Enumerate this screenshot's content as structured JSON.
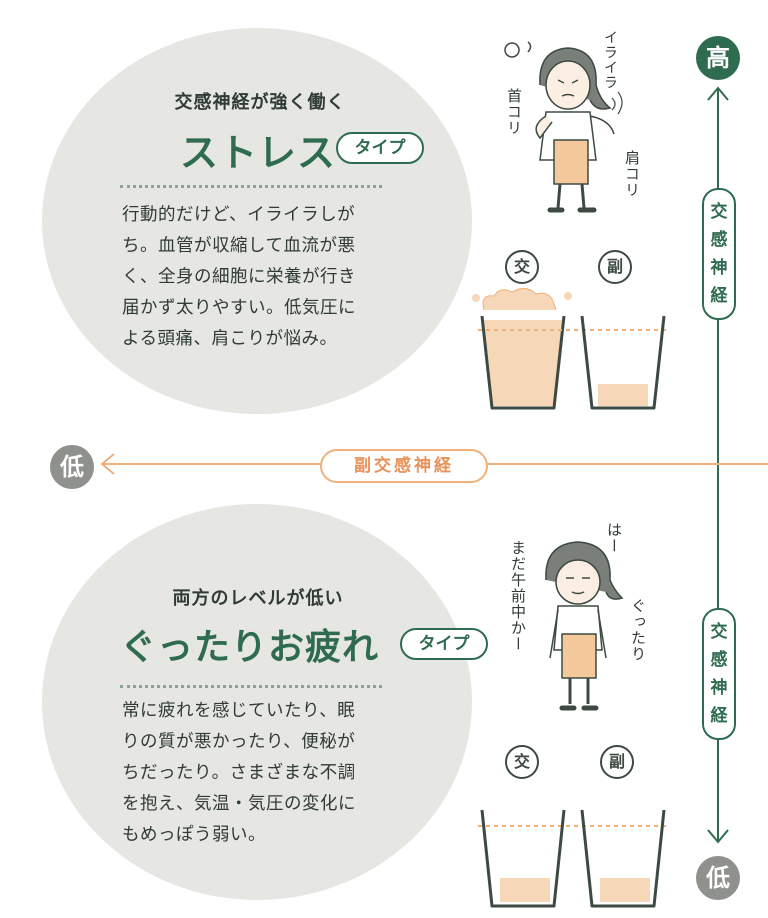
{
  "stress": {
    "subtitle": "交感神経が強く働く",
    "title": "ストレス",
    "tag": "タイプ",
    "body": [
      "行動的だけど、イライラしが",
      "ち。血管が収縮して血流が悪",
      "く、全身の細胞に栄養が行き",
      "届かず太りやすい。低気圧に",
      "よる頭痛、肩こりが悩み。"
    ],
    "illustration": {
      "irritated": "イライラ",
      "neck_stiff": "首コリ",
      "shoulder_stiff": "肩コリ"
    },
    "cup_labels": {
      "sympathetic": "交",
      "parasympathetic": "副"
    },
    "cup_levels": {
      "sympathetic": 1.0,
      "parasympathetic": 0.2
    }
  },
  "tired": {
    "subtitle": "両方のレベルが低い",
    "title": "ぐったりお疲れ",
    "tag": "タイプ",
    "body": [
      "常に疲れを感じていたり、眠",
      "りの質が悪かったり、便秘が",
      "ちだったり。さまざまな不調",
      "を抱え、気温・気圧の変化に",
      "もめっぽう弱い。"
    ],
    "illustration": {
      "sigh": "はー",
      "still_morning": "まだ午前中かー",
      "exhausted": "ぐったり"
    },
    "cup_labels": {
      "sympathetic": "交",
      "parasympathetic": "副"
    },
    "cup_levels": {
      "sympathetic": 0.15,
      "parasympathetic": 0.15
    }
  },
  "axes": {
    "vertical_label": [
      "交",
      "感",
      "神",
      "経"
    ],
    "horizontal_label": "副交感神経",
    "high": "高",
    "low_left": "低",
    "low_bottom": "低"
  },
  "colors": {
    "green": "#2f6b4f",
    "orange": "#efb17a",
    "bubble": "#e6e6e2",
    "liquid": "#f6d7b8"
  }
}
